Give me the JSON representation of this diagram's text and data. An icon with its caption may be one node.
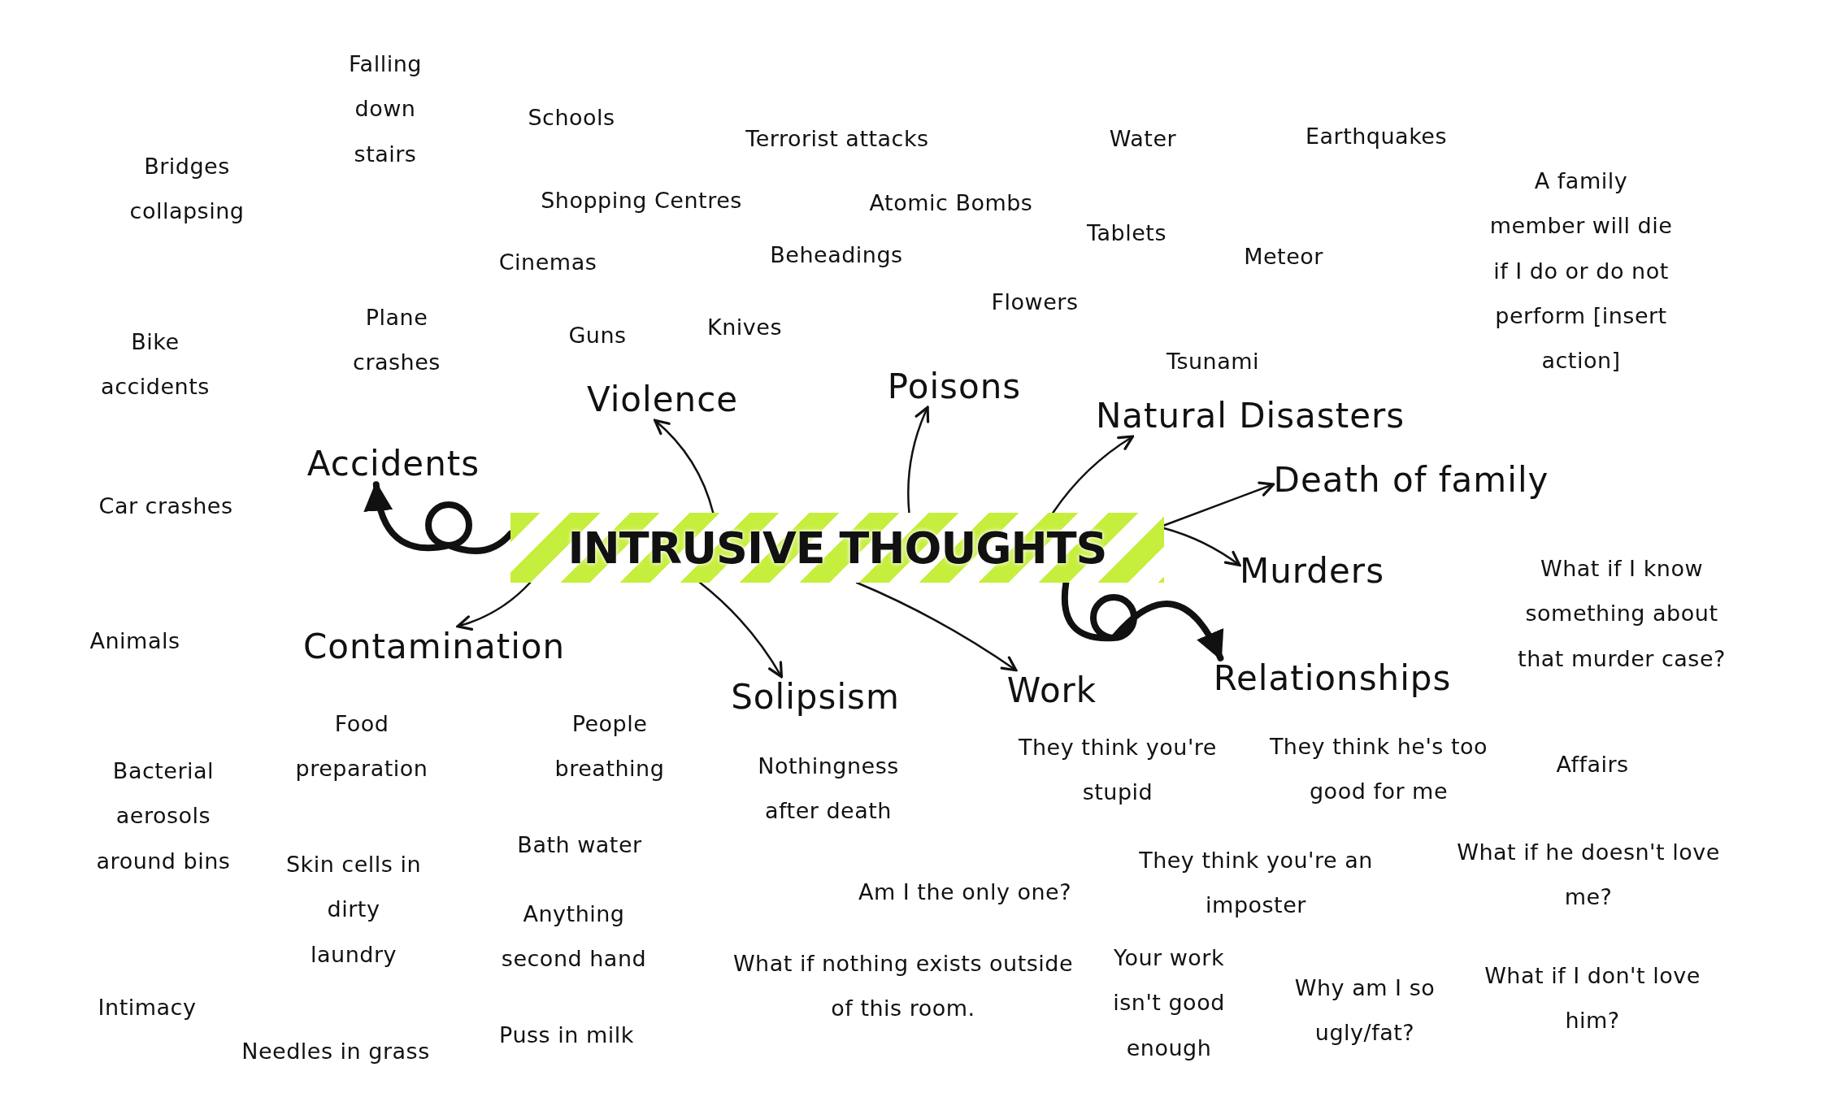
{
  "diagram": {
    "nodes": [
      {
        "text": [
          "INTRUSIVE THOUGHTS"
        ]
      },
      {
        "text": [
          "Accidents"
        ]
      },
      {
        "text": [
          "Violence"
        ]
      },
      {
        "text": [
          "Poisons"
        ]
      },
      {
        "text": [
          "Natural Disasters"
        ]
      },
      {
        "text": [
          "Death of family"
        ]
      },
      {
        "text": [
          "Murders"
        ]
      },
      {
        "text": [
          "Contamination"
        ]
      },
      {
        "text": [
          "Solipsism"
        ]
      },
      {
        "text": [
          "Work"
        ]
      },
      {
        "text": [
          "Relationships"
        ]
      }
    ],
    "edges": [
      {
        "from": 0,
        "to": 1,
        "arrow": "to",
        "style": "thick"
      },
      {
        "from": 0,
        "to": 2,
        "arrow": "to"
      },
      {
        "from": 0,
        "to": 3,
        "arrow": "to"
      },
      {
        "from": 0,
        "to": 4,
        "arrow": "to"
      },
      {
        "from": 0,
        "to": 5,
        "arrow": "to"
      },
      {
        "from": 0,
        "to": 6,
        "arrow": "to"
      },
      {
        "from": 0,
        "to": 7,
        "arrow": "to"
      },
      {
        "from": 0,
        "to": 8,
        "arrow": "to"
      },
      {
        "from": 0,
        "to": 9,
        "arrow": "to"
      },
      {
        "from": 0,
        "to": 10,
        "arrow": "to",
        "style": "thick"
      }
    ],
    "labels": [
      "Falling down stairs",
      "Schools",
      "Terrorist attacks",
      "Water",
      "Earthquakes",
      "A family member will die if I do or do not perform [insert action]",
      "Bridges collapsing",
      "Shopping Centres",
      "Atomic Bombs",
      "Tablets",
      "Cinemas",
      "Beheadings",
      "Meteor",
      "Flowers",
      "Plane crashes",
      "Guns",
      "Knives",
      "Bike accidents",
      "Tsunami",
      "Car crashes",
      "What if I know something about that murder case?",
      "Animals",
      "Food preparation",
      "People breathing",
      "Nothingness after death",
      "They think you're stupid",
      "They think he's too good for me",
      "Affairs",
      "Bacterial aerosols around bins",
      "Bath water",
      "Skin cells in dirty laundry",
      "Anything second hand",
      "Am I the only one?",
      "They think you're an imposter",
      "What if he doesn't love me?",
      "What if nothing exists outside of this room.",
      "Your work isn't good enough",
      "Why am I so ugly/fat?",
      "What if I don't love him?",
      "Intimacy",
      "Needles in grass",
      "Puss in milk"
    ]
  }
}
